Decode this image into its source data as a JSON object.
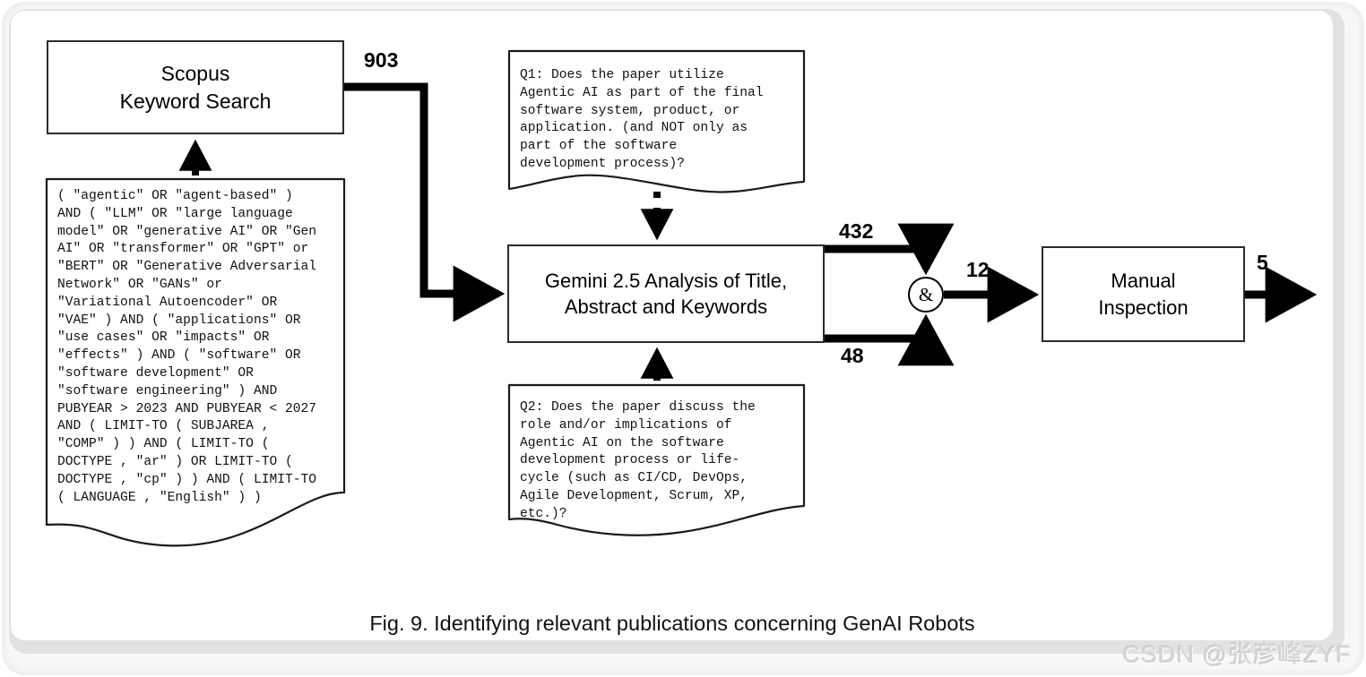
{
  "figure": {
    "caption": "Fig. 9.  Identifying relevant publications concerning GenAI Robots",
    "watermark": "CSDN @张彦峰ZYF",
    "accent_color": "#000000",
    "surface_color": "#ffffff",
    "border_color": "#2b2b2b"
  },
  "nodes": {
    "scopus": {
      "label": "Scopus\nKeyword Search"
    },
    "gemini": {
      "label": "Gemini 2.5 Analysis of Title,\nAbstract and Keywords"
    },
    "manual": {
      "label": "Manual\nInspection"
    },
    "and_gate": {
      "label": "&"
    }
  },
  "notes": {
    "query": {
      "text": "( \"agentic\" OR \"agent-based\" )\nAND ( \"LLM\" OR \"large language\nmodel\" OR \"generative AI\" OR \"Gen\nAI\" OR \"transformer\" OR \"GPT\" or\n\"BERT\" OR \"Generative Adversarial\nNetwork\" OR \"GANs\" or\n\"Variational Autoencoder\" OR\n\"VAE\" ) AND ( \"applications\" OR\n\"use cases\" OR \"impacts\" OR\n\"effects\" ) AND ( \"software\" OR\n\"software development\" OR\n\"software engineering\" ) AND\nPUBYEAR > 2023 AND PUBYEAR < 2027\nAND ( LIMIT-TO ( SUBJAREA ,\n\"COMP\" ) ) AND ( LIMIT-TO (\nDOCTYPE , \"ar\" ) OR LIMIT-TO (\nDOCTYPE , \"cp\" ) ) AND ( LIMIT-TO\n( LANGUAGE , \"English\" ) )"
    },
    "q1": {
      "text": "Q1: Does the paper utilize\nAgentic AI as part of the final\nsoftware system, product, or\napplication. (and NOT only as\npart of the software\ndevelopment process)?"
    },
    "q2": {
      "text": "Q2: Does the paper discuss the\nrole and/or implications of\nAgentic AI on the software\ndevelopment process or life-\ncycle (such as CI/CD, DevOps,\nAgile Development, Scrum, XP,\netc.)?"
    }
  },
  "edges": {
    "scopus_to_gemini": "903",
    "gemini_yes_q1": "432",
    "gemini_yes_q2": "48",
    "gate_to_manual": "12",
    "manual_output": "5"
  }
}
